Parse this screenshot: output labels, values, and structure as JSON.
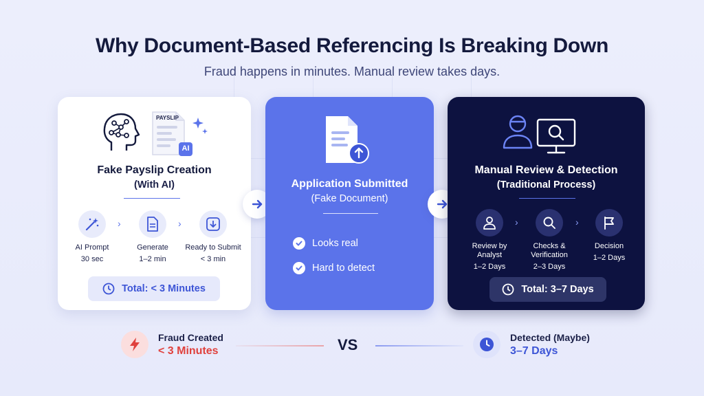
{
  "title": "Why Document-Based Referencing Is Breaking Down",
  "subtitle": "Fraud happens in minutes. Manual review takes days.",
  "left_card": {
    "doc_label": "PAYSLIP",
    "ai_badge": "AI",
    "title": "Fake Payslip Creation",
    "subtitle": "(With AI)",
    "steps": [
      {
        "label": "AI Prompt",
        "duration": "30 sec",
        "icon": "magic-wand-icon"
      },
      {
        "label": "Generate",
        "duration": "1–2 min",
        "icon": "document-icon"
      },
      {
        "label": "Ready to Submit",
        "duration": "< 3 min",
        "icon": "download-icon"
      }
    ],
    "total": "Total: < 3 Minutes"
  },
  "mid_card": {
    "title": "Application Submitted",
    "subtitle": "(Fake Document)",
    "checks": [
      "Looks real",
      "Hard to detect"
    ]
  },
  "right_card": {
    "title": "Manual Review & Detection",
    "subtitle": "(Traditional Process)",
    "steps": [
      {
        "label_1": "Review by",
        "label_2": "Analyst",
        "duration": "1–2 Days",
        "icon": "person-icon"
      },
      {
        "label_1": "Checks &",
        "label_2": "Verification",
        "duration": "2–3 Days",
        "icon": "search-icon"
      },
      {
        "label_1": "Decision",
        "label_2": "",
        "duration": "1–2 Days",
        "icon": "flag-icon"
      }
    ],
    "total": "Total: 3–7 Days"
  },
  "bottom": {
    "left_label": "Fraud Created",
    "left_value": "< 3 Minutes",
    "vs": "VS",
    "right_label": "Detected (Maybe)",
    "right_value": "3–7 Days"
  },
  "colors": {
    "accent_blue": "#5b73ea",
    "navy": "#0d1240",
    "red": "#e0413d",
    "blue_text": "#3d55d6"
  }
}
